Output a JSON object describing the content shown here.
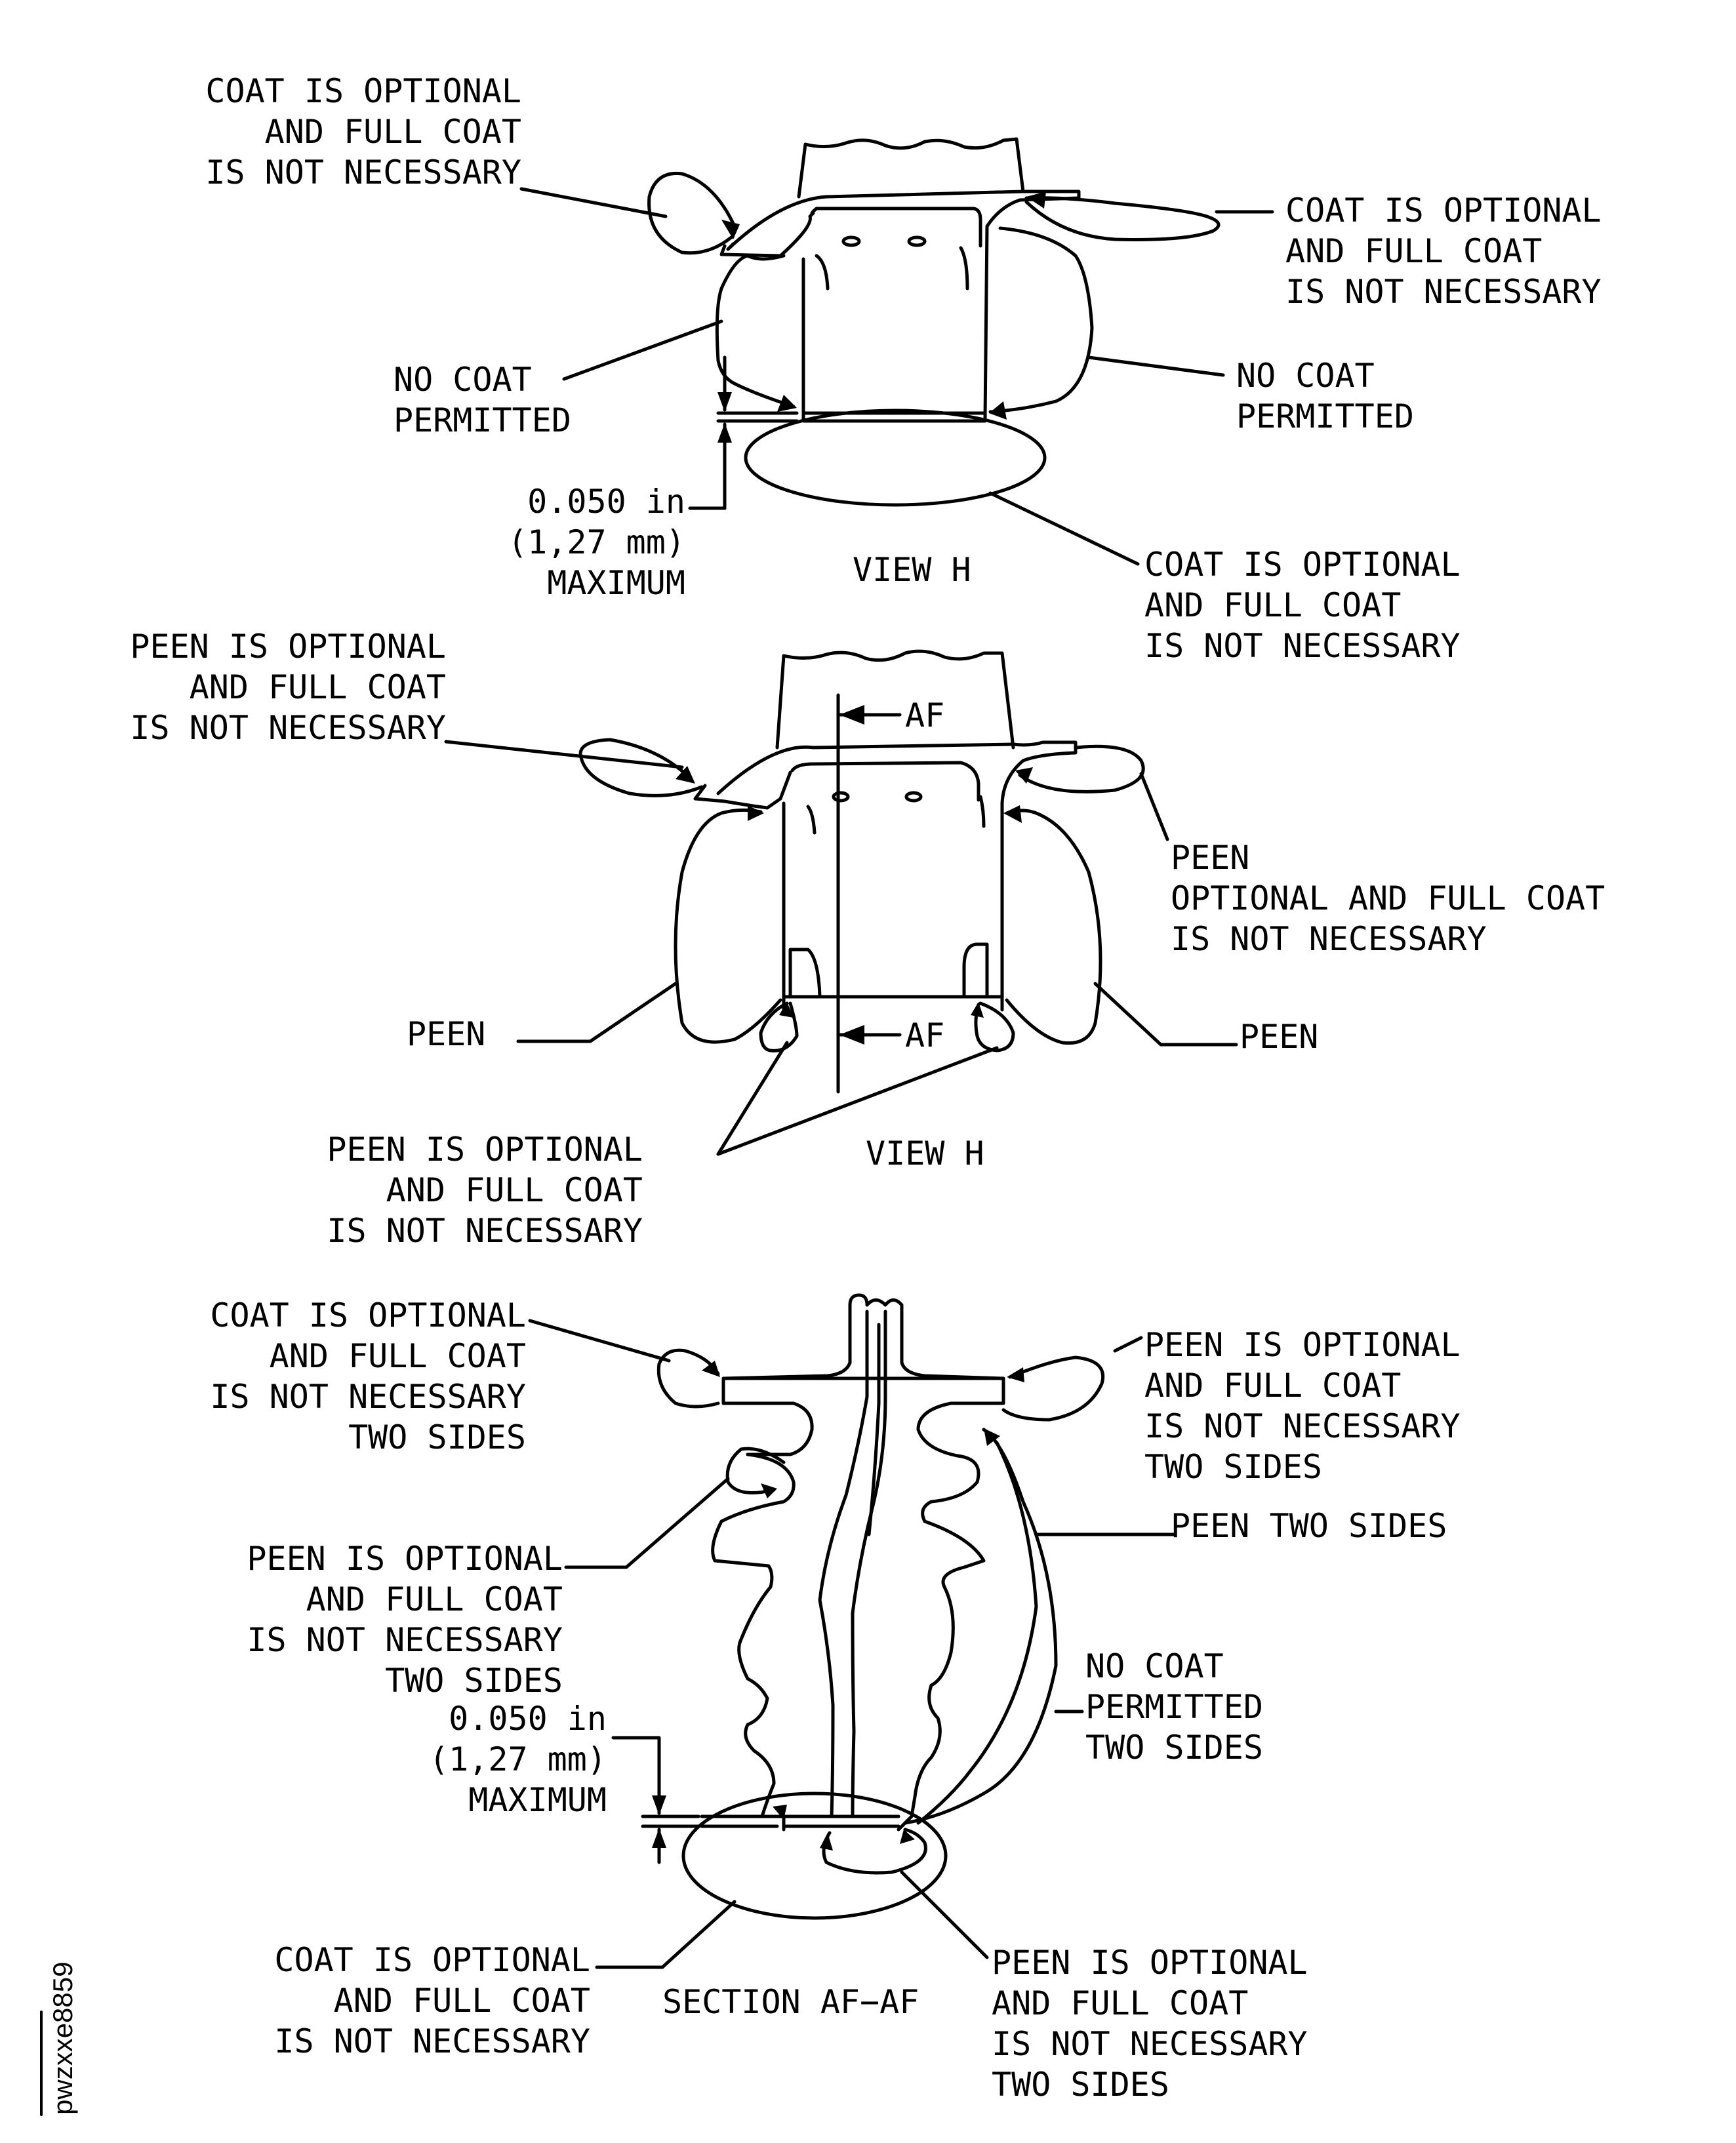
{
  "view_h_top": {
    "coat_optional_left": "COAT IS OPTIONAL\nAND FULL COAT\nIS NOT NECESSARY",
    "coat_optional_right": "COAT IS OPTIONAL\nAND FULL COAT\nIS NOT NECESSARY",
    "no_coat_left": "NO COAT\nPERMITTED",
    "no_coat_right": "NO COAT\nPERMITTED",
    "dimension": "0.050 in\n(1,27 mm)\nMAXIMUM",
    "coat_optional_bottom": "COAT IS OPTIONAL\nAND FULL COAT\nIS NOT NECESSARY",
    "view_title": "VIEW H"
  },
  "view_h_mid": {
    "peen_optional_left": "PEEN IS OPTIONAL\nAND FULL COAT\nIS NOT NECESSARY",
    "section_marker_top": "AF",
    "section_marker_bottom": "AF",
    "peen_optional_right": "PEEN\nOPTIONAL AND FULL COAT\nIS NOT NECESSARY",
    "peen_left": "PEEN",
    "peen_right": "PEEN",
    "peen_optional_bottom": "PEEN IS OPTIONAL\nAND FULL COAT\nIS NOT NECESSARY",
    "view_title": "VIEW H"
  },
  "section_af": {
    "coat_optional_left": "COAT IS OPTIONAL\nAND FULL COAT\nIS NOT NECESSARY\nTWO SIDES",
    "peen_optional_right": "PEEN IS OPTIONAL\nAND FULL COAT\nIS NOT NECESSARY\nTWO SIDES",
    "peen_two_sides": "PEEN TWO SIDES",
    "peen_optional_left": "PEEN IS OPTIONAL\nAND FULL COAT\nIS NOT NECESSARY\nTWO SIDES",
    "no_coat": "NO COAT\nPERMITTED\nTWO SIDES",
    "dimension": "0.050 in\n(1,27 mm)\nMAXIMUM",
    "coat_optional_bottom": "COAT IS OPTIONAL\nAND FULL COAT\nIS NOT NECESSARY",
    "section_title": "SECTION AF−AF",
    "peen_optional_bottom": "PEEN IS OPTIONAL\nAND FULL COAT\nIS NOT NECESSARY\nTWO SIDES"
  },
  "figure_id": "pwzxxe8859"
}
